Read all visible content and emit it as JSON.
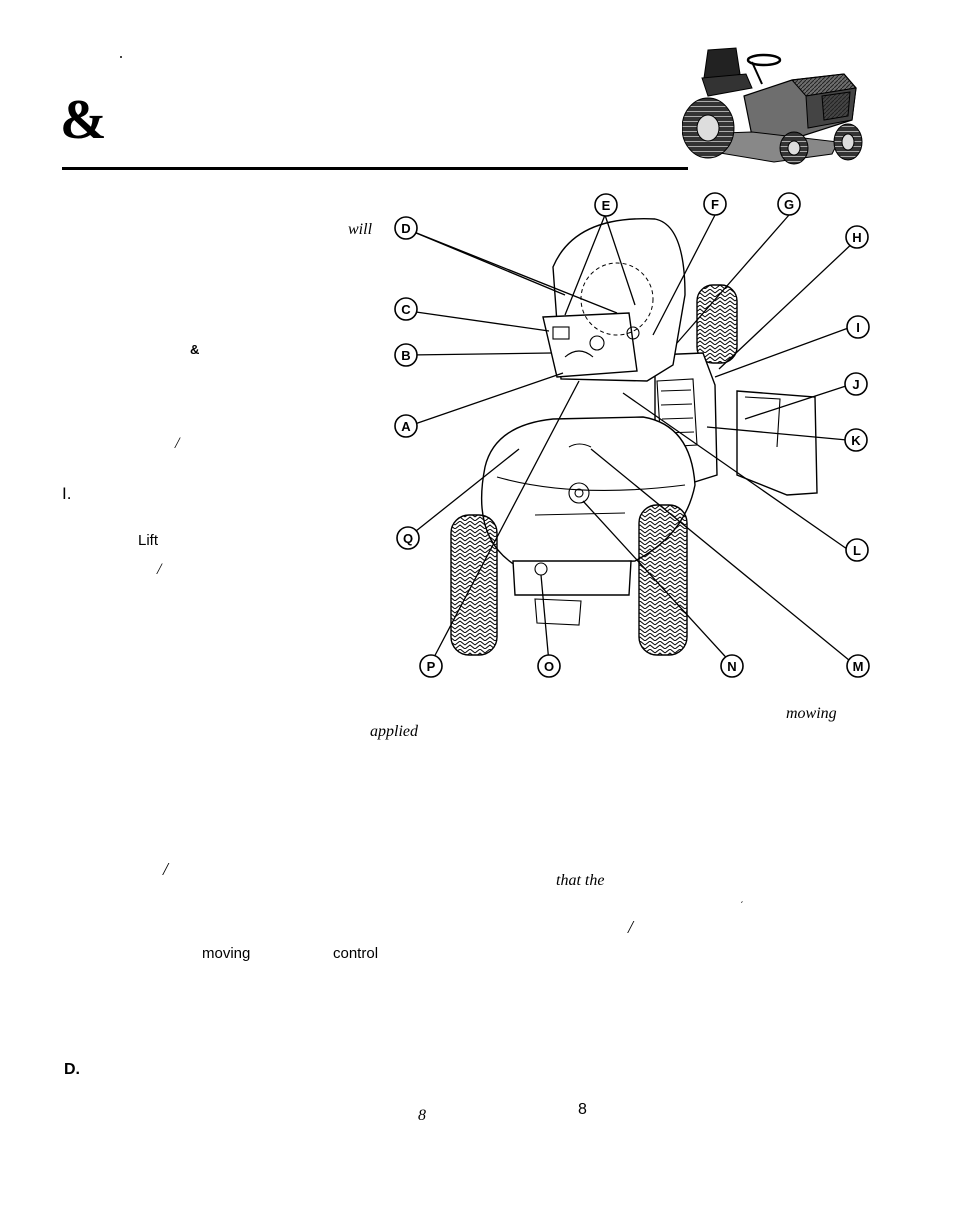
{
  "header": {
    "title_glyph": "&",
    "tractor_image": "lawn-tractor-photo"
  },
  "left_column_fragments": {
    "amp": "&",
    "slash1": "/",
    "roman_i": "I.",
    "lift": "Lift",
    "slash2": "/"
  },
  "diagram": {
    "will_word": "will",
    "callouts": [
      "A",
      "B",
      "C",
      "D",
      "E",
      "F",
      "G",
      "H",
      "I",
      "J",
      "K",
      "L",
      "M",
      "N",
      "O",
      "P",
      "Q"
    ]
  },
  "lower_text": {
    "mowing_italic": "mowing",
    "applied": "applied",
    "slash3": "/",
    "that_the": "that the",
    "tick": "ˏ",
    "slash4": "/",
    "moving": "moving",
    "control": "control",
    "section_d": "D.",
    "page_num_italic": "8",
    "page_num": "8"
  }
}
